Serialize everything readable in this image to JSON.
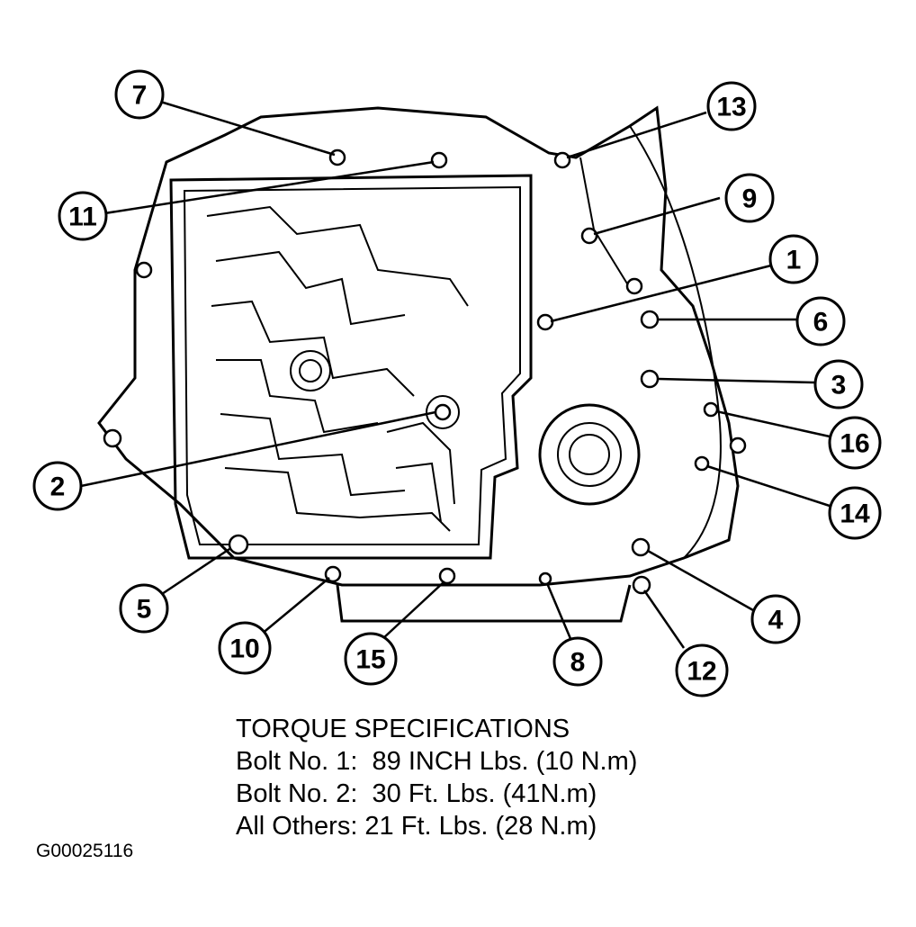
{
  "callouts": [
    {
      "id": "c7",
      "label": "7"
    },
    {
      "id": "c11",
      "label": "11"
    },
    {
      "id": "c13",
      "label": "13"
    },
    {
      "id": "c9",
      "label": "9"
    },
    {
      "id": "c1",
      "label": "1"
    },
    {
      "id": "c6",
      "label": "6"
    },
    {
      "id": "c3",
      "label": "3"
    },
    {
      "id": "c16",
      "label": "16"
    },
    {
      "id": "c14",
      "label": "14"
    },
    {
      "id": "c2",
      "label": "2"
    },
    {
      "id": "c4",
      "label": "4"
    },
    {
      "id": "c5",
      "label": "5"
    },
    {
      "id": "c10",
      "label": "10"
    },
    {
      "id": "c15",
      "label": "15"
    },
    {
      "id": "c8",
      "label": "8"
    },
    {
      "id": "c12",
      "label": "12"
    }
  ],
  "torque": {
    "heading": "TORQUE SPECIFICATIONS",
    "line1": "Bolt No. 1:  89 INCH Lbs. (10 N.m)",
    "line2": "Bolt No. 2:  30 Ft. Lbs. (41N.m)",
    "line3": "All Others: 21 Ft. Lbs. (28 N.m)"
  },
  "figure_id": "G00025116"
}
